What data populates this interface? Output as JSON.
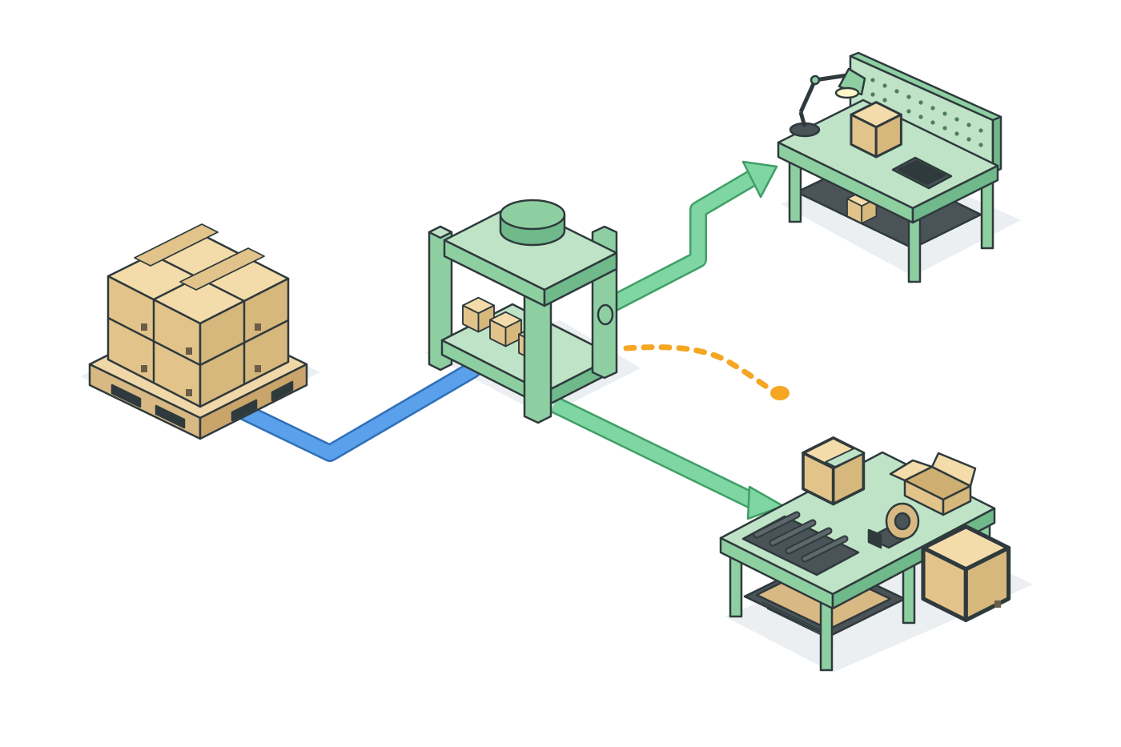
{
  "palette": {
    "background": "#ffffff",
    "outline": "#2f3a3d",
    "mint_top": "#bfe3c6",
    "mint_side": "#8ecfa2",
    "mint_dark": "#6fb98a",
    "box_top": "#f3dcaa",
    "box_side": "#e2c48b",
    "box_dark": "#cfae72",
    "wood_top": "#efd7a8",
    "wood_side": "#d8b983",
    "shelf_dark": "#4a5358",
    "flow_blue": "#4a90e2",
    "flow_green": "#6fcf97",
    "flow_orange": "#f5a623",
    "shadow": "#e9ecee"
  },
  "nodes": [
    {
      "id": "pallet",
      "icon": "pallet-of-boxes-icon"
    },
    {
      "id": "station",
      "icon": "storage-rack-station-icon"
    },
    {
      "id": "inspection",
      "icon": "inspection-workbench-icon"
    },
    {
      "id": "packing",
      "icon": "packing-table-icon"
    }
  ],
  "flows": [
    {
      "from": "pallet",
      "to": "station",
      "style": "solid",
      "color": "blue"
    },
    {
      "from": "station",
      "to": "inspection",
      "style": "arrow",
      "color": "green"
    },
    {
      "from": "station",
      "to": "packing",
      "style": "arrow",
      "color": "green"
    },
    {
      "from": "station",
      "to": "unspecified",
      "style": "dashed",
      "color": "orange"
    }
  ]
}
